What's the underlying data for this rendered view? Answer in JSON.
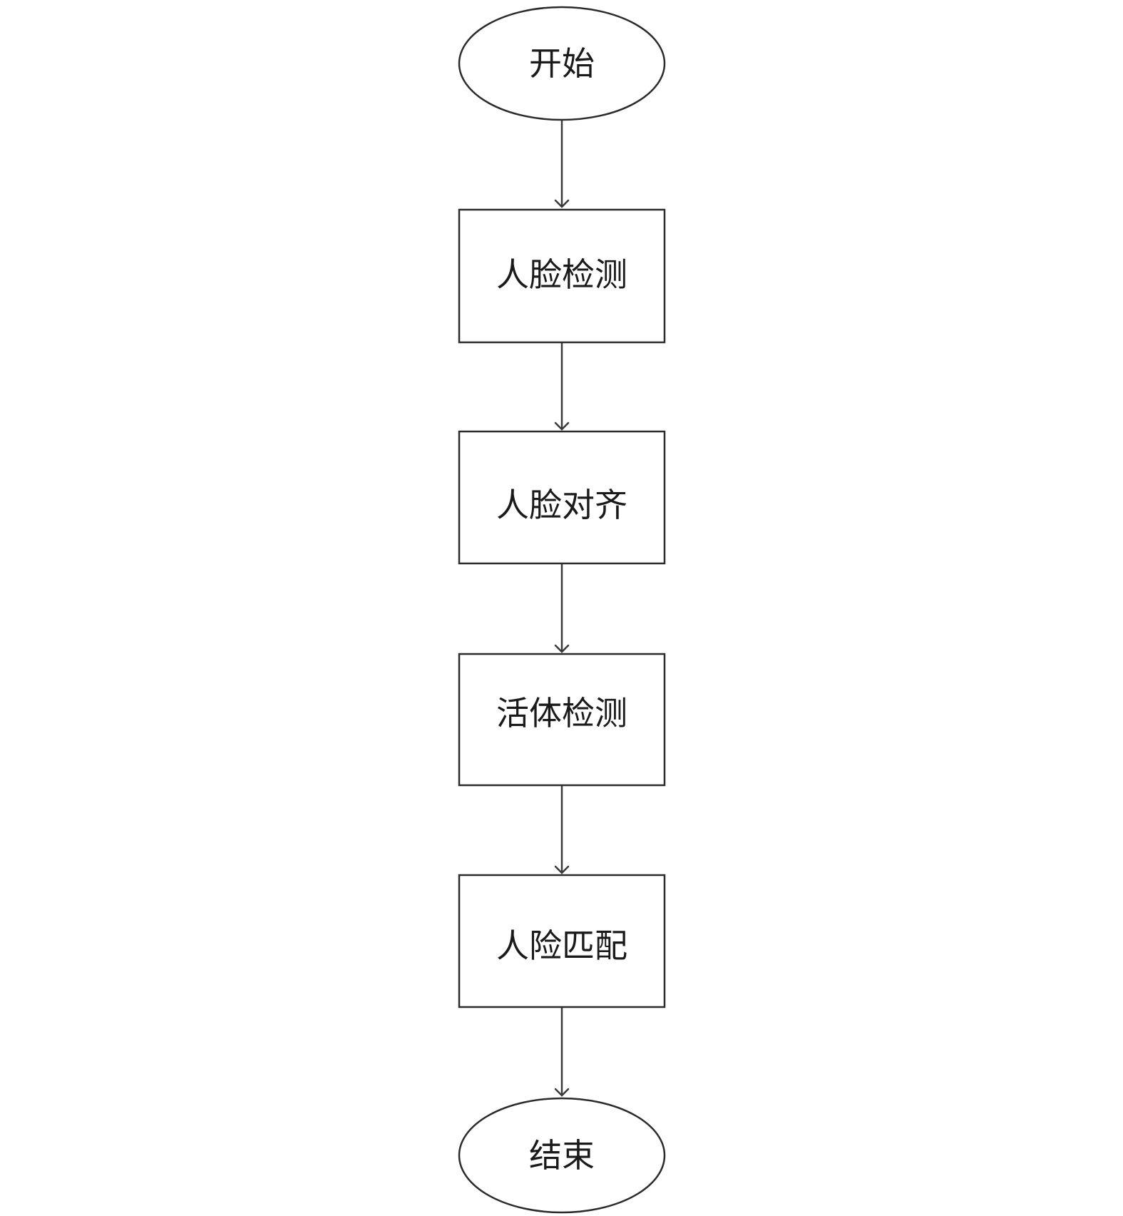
{
  "flowchart": {
    "nodes": [
      {
        "id": "start",
        "shape": "ellipse",
        "label": "开始"
      },
      {
        "id": "face-detection",
        "shape": "rect",
        "label": "人脸检测"
      },
      {
        "id": "face-alignment",
        "shape": "rect",
        "label": "人脸对齐"
      },
      {
        "id": "liveness-detection",
        "shape": "rect",
        "label": "活体检测"
      },
      {
        "id": "face-matching",
        "shape": "rect",
        "label": "人险匹配"
      },
      {
        "id": "end",
        "shape": "ellipse",
        "label": "结束"
      }
    ],
    "edges": [
      {
        "from": "start",
        "to": "face-detection"
      },
      {
        "from": "face-detection",
        "to": "face-alignment"
      },
      {
        "from": "face-alignment",
        "to": "liveness-detection"
      },
      {
        "from": "liveness-detection",
        "to": "face-matching"
      },
      {
        "from": "face-matching",
        "to": "end"
      }
    ]
  }
}
